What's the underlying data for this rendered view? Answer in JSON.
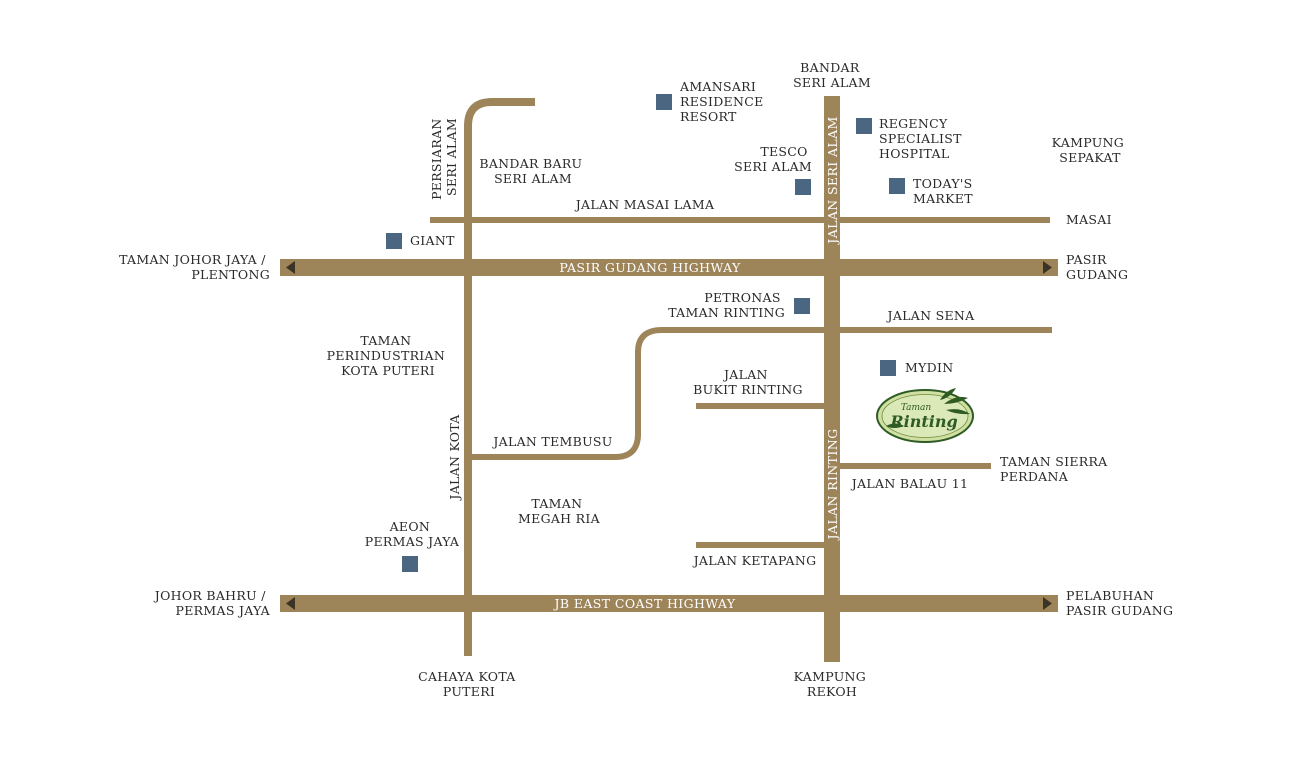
{
  "colors": {
    "road": "#9e8459",
    "poi": "#4b6681",
    "text": "#2a2a2a",
    "road_label": "#ffffff",
    "logo_green": "#2f5b24"
  },
  "roads": {
    "pasir_gudang_highway": "PASIR GUDANG HIGHWAY",
    "jb_east_coast_highway": "JB EAST COAST HIGHWAY",
    "jalan_seri_alam": "JALAN SERI ALAM",
    "jalan_rinting": "JALAN RINTING",
    "jalan_kota": "JALAN KOTA",
    "persiaran_seri_alam": [
      "PERSIARAN",
      "SERI ALAM"
    ],
    "jalan_masai_lama": "JALAN MASAI LAMA",
    "jalan_sena": "JALAN SENA",
    "jalan_bukit_rinting": [
      "JALAN",
      "BUKIT RINTING"
    ],
    "jalan_tembusu": "JALAN TEMBUSU",
    "jalan_balau_11": "JALAN BALAU 11",
    "jalan_ketapang": "JALAN KETAPANG"
  },
  "destinations": {
    "bandar_seri_alam": [
      "BANDAR",
      "SERI ALAM"
    ],
    "kampung_sepakat": [
      "KAMPUNG",
      "SEPAKAT"
    ],
    "masai": "MASAI",
    "pasir_gudang": [
      "PASIR",
      "GUDANG"
    ],
    "taman_johor_jaya": [
      "TAMAN JOHOR JAYA /",
      "PLENTONG"
    ],
    "johor_bahru": [
      "JOHOR BAHRU /",
      "PERMAS JAYA"
    ],
    "pelabuhan_pasir_gudang": [
      "PELABUHAN",
      "PASIR GUDANG"
    ],
    "cahaya_kota_puteri": [
      "CAHAYA KOTA",
      "PUTERI"
    ],
    "kampung_rekoh": [
      "KAMPUNG",
      "REKOH"
    ]
  },
  "areas": {
    "bandar_baru_seri_alam": [
      "BANDAR BARU",
      "SERI ALAM"
    ],
    "taman_perindustrian": [
      "TAMAN",
      "PERINDUSTRIAN",
      "KOTA PUTERI"
    ],
    "taman_megah_ria": [
      "TAMAN",
      "MEGAH RIA"
    ],
    "taman_sierra_perdana": [
      "TAMAN SIERRA",
      "PERDANA"
    ]
  },
  "landmarks": {
    "amansari": [
      "AMANSARI",
      "RESIDENCE",
      "RESORT"
    ],
    "regency": [
      "REGENCY",
      "SPECIALIST",
      "HOSPITAL"
    ],
    "tesco": [
      "TESCO",
      "SERI ALAM"
    ],
    "todays_market": [
      "TODAY'S",
      "MARKET"
    ],
    "giant": "GIANT",
    "petronas": [
      "PETRONAS",
      "TAMAN RINTING"
    ],
    "mydin": "MYDIN",
    "aeon": [
      "AEON",
      "PERMAS JAYA"
    ]
  },
  "logo": {
    "line1": "Taman",
    "line2": "Rinting",
    "icon": "bamboo-leaf-icon"
  }
}
